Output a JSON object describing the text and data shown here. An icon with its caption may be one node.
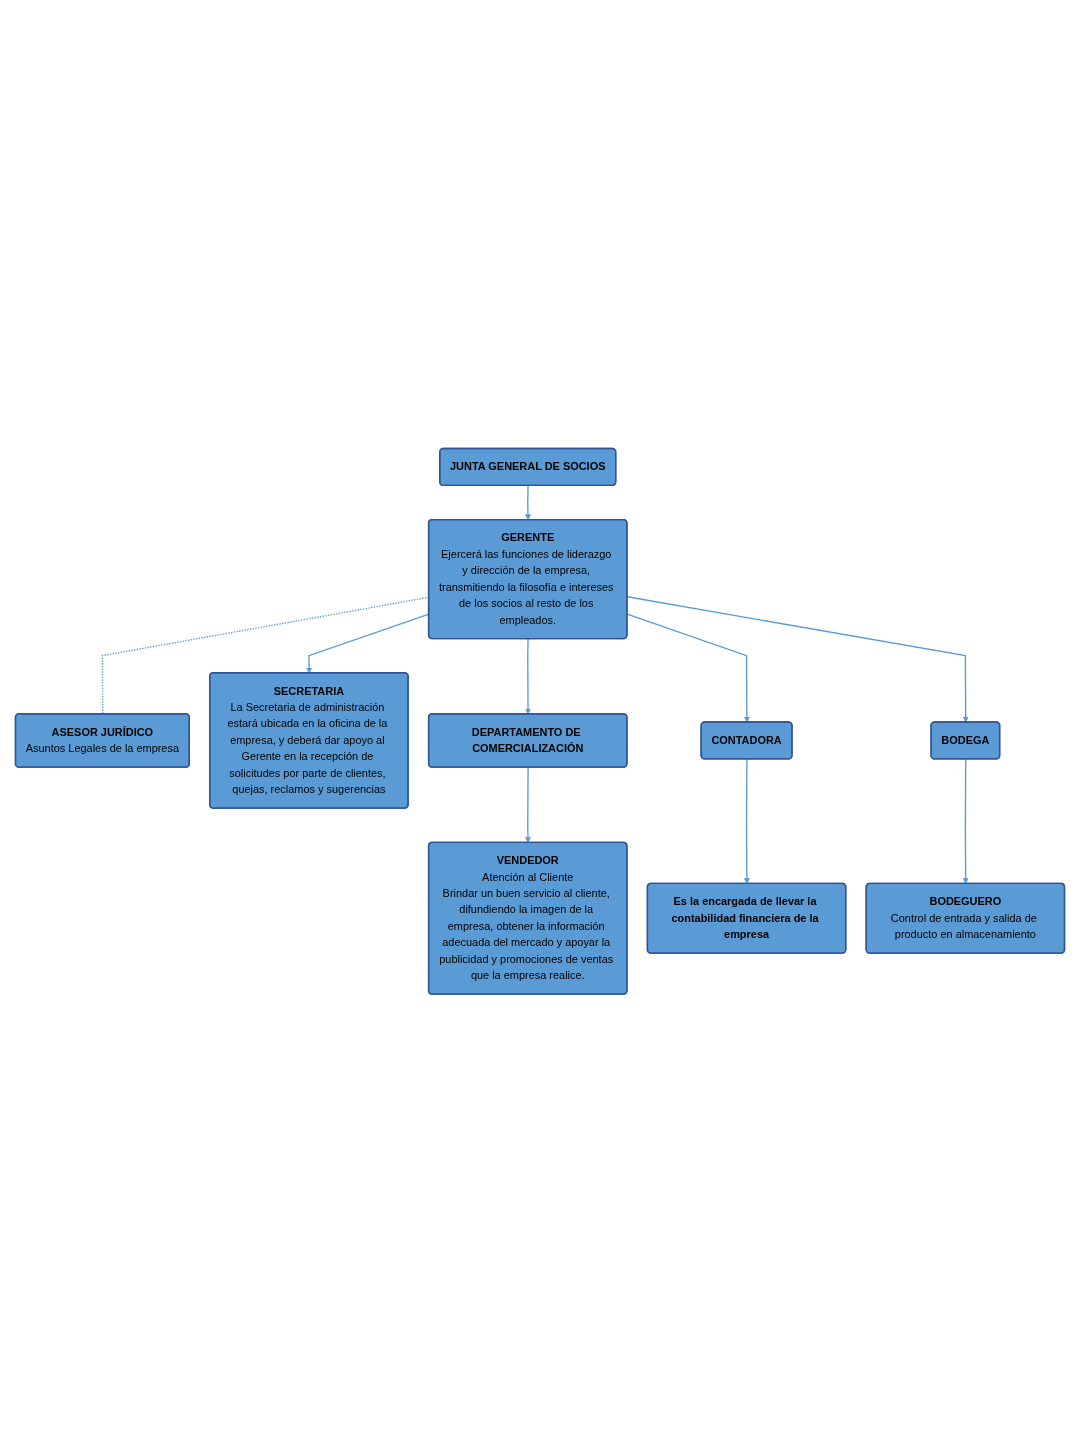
{
  "diagram": {
    "nodes": [
      {
        "text": [
          "JUNTA GENERAL DE SOCIOS"
        ]
      },
      {
        "text": [
          "GERENTE",
          "Ejercerá las funciones de liderazgo y dirección de la empresa, transmitiendo la filosofía e intereses de los socios al resto de los empleados."
        ]
      },
      {
        "text": [
          "ASESOR JURÍDICO",
          "Asuntos Legales de la empresa"
        ]
      },
      {
        "text": [
          "SECRETARIA",
          "La Secretaria de administración estará ubicada en la oficina de la empresa, y deberá dar apoyo al Gerente en la recepción de solicitudes por parte de clientes, quejas, reclamos y sugerencias"
        ]
      },
      {
        "text": [
          "DEPARTAMENTO DE COMERCIALIZACIÓN"
        ]
      },
      {
        "text": [
          "CONTADORA"
        ]
      },
      {
        "text": [
          "BODEGA"
        ]
      },
      {
        "text": [
          "VENDEDOR",
          "Atención al Cliente",
          "Brindar un buen servicio al cliente, difundiendo la imagen de la empresa, obtener la información adecuada del mercado y apoyar la publicidad y promociones de ventas que la empresa realice."
        ]
      },
      {
        "text": [
          "Es la encargada de llevar la contabilidad financiera de la empresa"
        ]
      },
      {
        "text": [
          "BODEGUERO",
          "Control de entrada y salida de producto en almacenamiento"
        ]
      }
    ],
    "edges": [
      {
        "from": 0,
        "to": 1,
        "arrow": "to"
      },
      {
        "from": 1,
        "to": 2,
        "arrow": "none",
        "style": "dashed"
      },
      {
        "from": 1,
        "to": 3,
        "arrow": "to"
      },
      {
        "from": 1,
        "to": 4,
        "arrow": "to"
      },
      {
        "from": 1,
        "to": 5,
        "arrow": "to"
      },
      {
        "from": 1,
        "to": 6,
        "arrow": "to"
      },
      {
        "from": 4,
        "to": 7,
        "arrow": "to"
      },
      {
        "from": 5,
        "to": 8,
        "arrow": "to"
      },
      {
        "from": 6,
        "to": 9,
        "arrow": "to"
      }
    ]
  }
}
